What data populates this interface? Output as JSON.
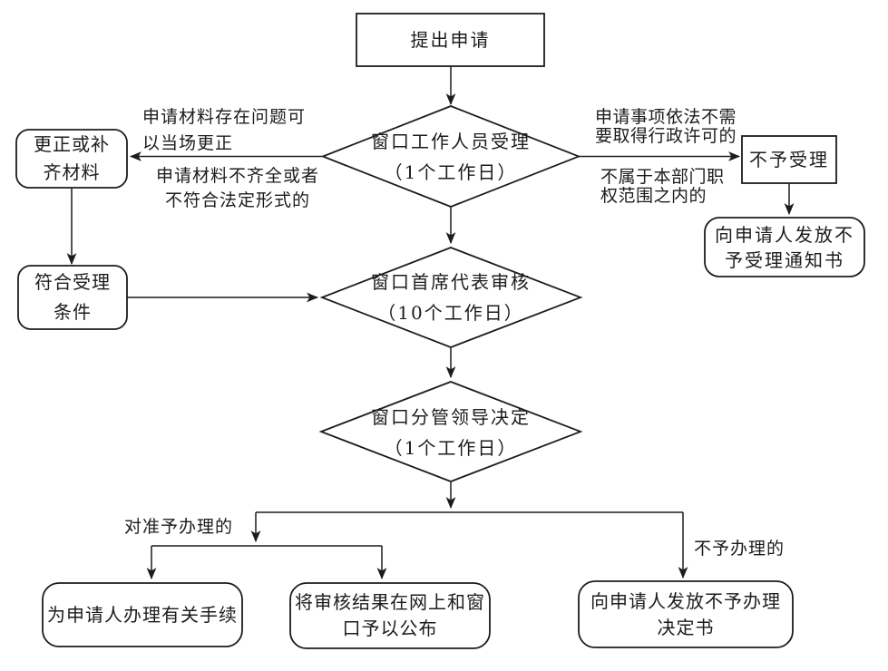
{
  "colors": {
    "background": "#ffffff",
    "line": "#1c1c1c",
    "text": "#1c1c1c"
  },
  "flowchart": {
    "nodes": {
      "submit": {
        "label": "提出申请"
      },
      "staff_review": {
        "line1": "窗口工作人员受理",
        "line2": "（1个工作日）"
      },
      "chief_review": {
        "line1": "窗口首席代表审核",
        "line2": "（10个工作日）"
      },
      "leader_decision": {
        "line1": "窗口分管领导决定",
        "line2": "（1个工作日）"
      },
      "correct_materials": {
        "line1": "更正或补",
        "line2": "齐材料"
      },
      "meet_conditions": {
        "line1": "符合受理",
        "line2": "条件"
      },
      "not_accepted": {
        "label": "不予受理"
      },
      "not_accepted_notice": {
        "line1": "向申请人发放不",
        "line2": "予受理通知书"
      },
      "handle_procedures": {
        "label": "为申请人办理有关手续"
      },
      "publish_results": {
        "line1": "将审核结果在网上和窗",
        "line2": "口予以公布"
      },
      "not_handle_decision": {
        "line1": "向申请人发放不予办理",
        "line2": "决定书"
      }
    },
    "edge_labels": {
      "correctable_on_spot": {
        "line1": "申请材料存在问题可",
        "line2": "以当场更正"
      },
      "incomplete_materials": {
        "line1": "申请材料不齐全或者",
        "line2": "不符合法定形式的"
      },
      "no_permit_needed": {
        "line1": "申请事项依法不需",
        "line2": "要取得行政许可的"
      },
      "outside_jurisdiction": {
        "line1": "不属于本部门职",
        "line2": "权范围之内的"
      },
      "approved": {
        "label": "对准予办理的"
      },
      "not_approved": {
        "label": "不予办理的"
      }
    }
  }
}
